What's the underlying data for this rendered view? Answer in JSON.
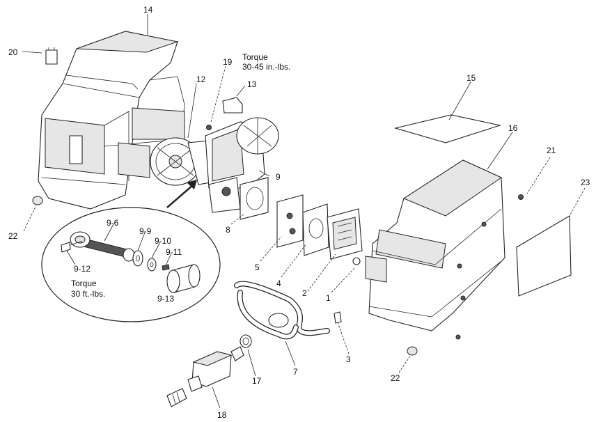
{
  "callouts": {
    "c1": "1",
    "c2": "2",
    "c3": "3",
    "c4": "4",
    "c5": "5",
    "c7": "7",
    "c8": "8",
    "c9": "9",
    "c9_6": "9-6",
    "c9_9": "9-9",
    "c9_10": "9-10",
    "c9_11": "9-11",
    "c9_12": "9-12",
    "c9_13": "9-13",
    "c12": "12",
    "c13": "13",
    "c14": "14",
    "c15": "15",
    "c16": "16",
    "c17": "17",
    "c18": "18",
    "c19": "19",
    "c20": "20",
    "c21": "21",
    "c22_left": "22",
    "c22_right": "22",
    "c23": "23"
  },
  "torque_notes": {
    "upper_line1": "Torque",
    "upper_line2": "30-45 in.-lbs.",
    "lower_line1": "Torque",
    "lower_line2": "30 ft.-lbs."
  }
}
